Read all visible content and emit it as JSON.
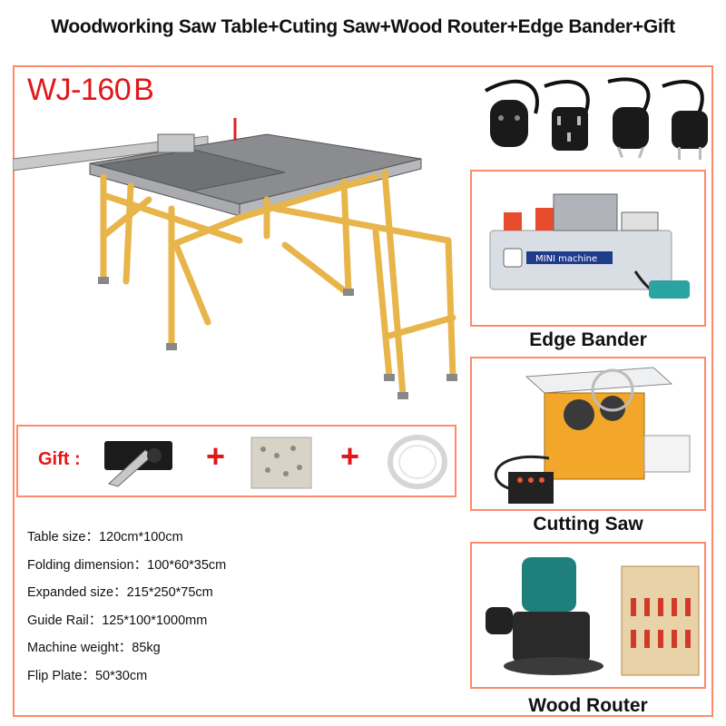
{
  "header": {
    "title": "Woodworking Saw Table+Cuting Saw+Wood Router+Edge Bander+Gift"
  },
  "model": {
    "code": "WJ-160",
    "suffix": "B"
  },
  "products": [
    {
      "label": "Edge Bander",
      "icon": "edge-bander-image",
      "print_small": "MINI machine"
    },
    {
      "label": "Cutting Saw",
      "icon": "cutting-saw-image"
    },
    {
      "label": "Wood Router",
      "icon": "wood-router-image"
    }
  ],
  "gift": {
    "label": "Gift :",
    "plus": "+",
    "items": [
      "fence-bracket-image",
      "screws-bag-image",
      "edge-banding-roll-image"
    ]
  },
  "specs": [
    {
      "text": "Table size：120cm*100cm"
    },
    {
      "text": "Folding dimension：100*60*35cm"
    },
    {
      "text": "Expanded size：215*250*75cm"
    },
    {
      "text": "Guide Rail：125*100*1000mm"
    },
    {
      "text": "Machine weight：85kg"
    },
    {
      "text": "Flip Plate：50*30cm"
    }
  ],
  "colors": {
    "accent_red": "#e3161a",
    "frame_border": "#ff8a6a",
    "frame_yellow": "#e8b54a"
  }
}
